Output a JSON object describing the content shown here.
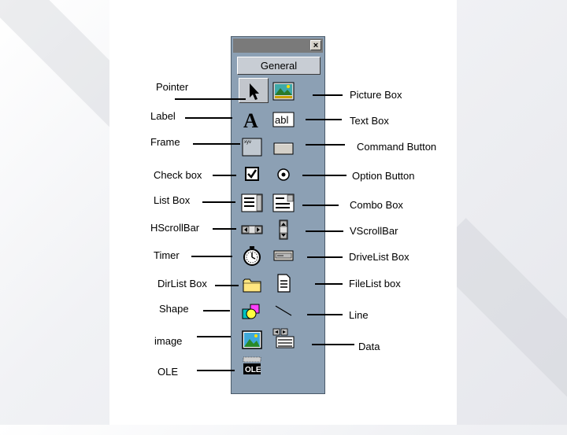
{
  "toolbox": {
    "close_glyph": "×",
    "tab_label": "General"
  },
  "labels_left": [
    {
      "id": "pointer",
      "text": "Pointer"
    },
    {
      "id": "label",
      "text": "Label"
    },
    {
      "id": "frame",
      "text": "Frame"
    },
    {
      "id": "check-box",
      "text": "Check box"
    },
    {
      "id": "list-box",
      "text": "List Box"
    },
    {
      "id": "hscrollbar",
      "text": "HScrollBar"
    },
    {
      "id": "timer",
      "text": "Timer"
    },
    {
      "id": "dirlist-box",
      "text": "DirList Box"
    },
    {
      "id": "shape",
      "text": "Shape"
    },
    {
      "id": "image",
      "text": "image"
    },
    {
      "id": "ole",
      "text": "OLE"
    }
  ],
  "labels_right": [
    {
      "id": "picture-box",
      "text": "Picture Box"
    },
    {
      "id": "text-box",
      "text": "Text Box"
    },
    {
      "id": "command-button",
      "text": "Command Button"
    },
    {
      "id": "option-button",
      "text": "Option Button"
    },
    {
      "id": "combo-box",
      "text": "Combo Box"
    },
    {
      "id": "vscrollbar",
      "text": "VScrollBar"
    },
    {
      "id": "drivelist-box",
      "text": "DriveList Box"
    },
    {
      "id": "filelist-box",
      "text": "FileList box"
    },
    {
      "id": "line",
      "text": "Line"
    },
    {
      "id": "data",
      "text": "Data"
    }
  ],
  "icon_text": {
    "label_glyph": "A",
    "textbox_text": "abl",
    "frame_text": "xyv",
    "ole_text": "OLE"
  },
  "colors": {
    "toolbox_bg": "#8ca0b4",
    "titlebar": "#7a7a7a",
    "tab_bg": "#c8cdd4"
  }
}
